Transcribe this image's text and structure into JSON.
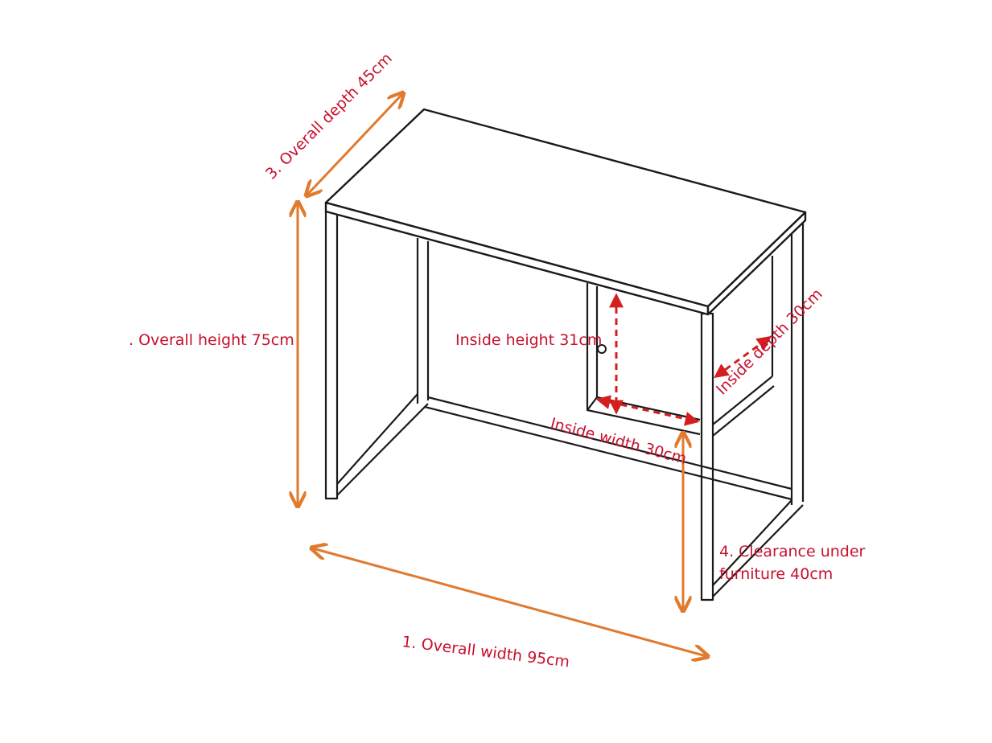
{
  "labels": {
    "overall_depth": "3. Overall depth 45cm",
    "overall_height": ". Overall height 75cm",
    "inside_height": "Inside height 31cm",
    "inside_depth": "Inside depth 30cm",
    "inside_width": "Inside width 30cm",
    "clearance_line1": "4. Clearance under",
    "clearance_line2": "furniture 40cm",
    "overall_width": "1.  Overall width 95cm"
  },
  "colors": {
    "dimension_arrow": "#e07a2e",
    "inside_dimension": "#d41f1f",
    "label_text": "#c8102e",
    "frame": "#1a1a1a"
  }
}
